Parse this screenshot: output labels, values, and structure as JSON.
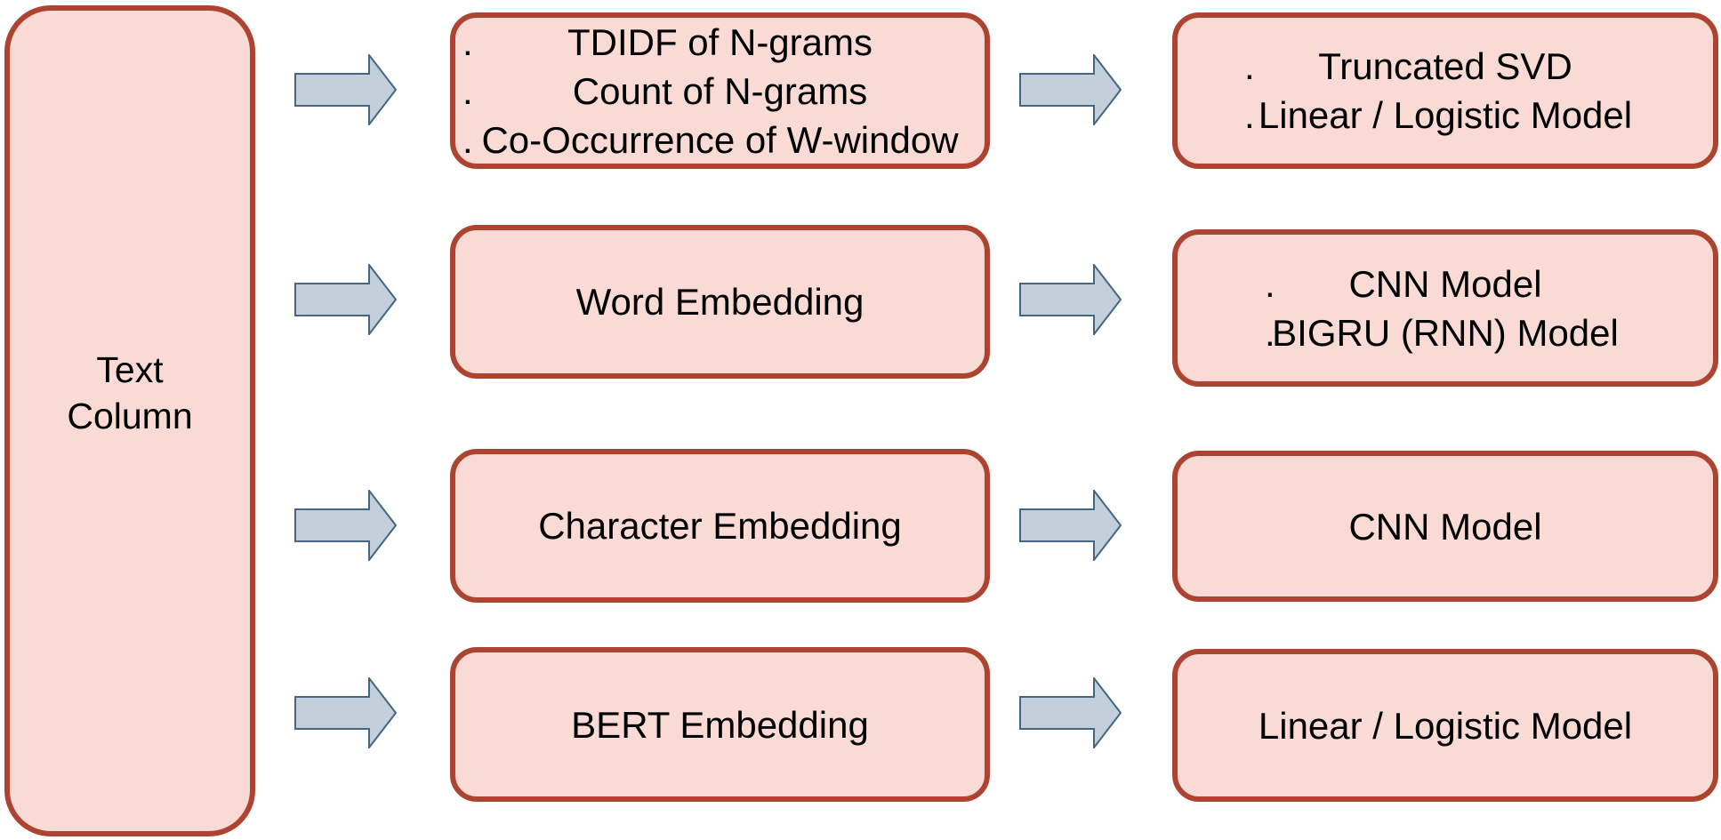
{
  "colors": {
    "background": "#ffffff",
    "box_fill": "#f9dad4",
    "box_border": "#ad4331",
    "arrow_fill": "#c3d0db",
    "arrow_stroke": "#466583",
    "text": "#000000"
  },
  "source": {
    "lines": [
      "Text",
      "Column"
    ]
  },
  "rows": [
    {
      "feature": {
        "lines": [
          {
            "bullet": ".",
            "text": "TDIDF of N-grams"
          },
          {
            "bullet": ".",
            "text": "Count of N-grams"
          },
          {
            "bullet": ".",
            "text": "Co-Occurrence of W-window"
          }
        ]
      },
      "model": {
        "lines": [
          {
            "bullet": ".",
            "text": "Truncated SVD"
          },
          {
            "bullet": ".",
            "text": "Linear / Logistic Model"
          }
        ]
      }
    },
    {
      "feature": {
        "lines": [
          {
            "text": "Word Embedding"
          }
        ]
      },
      "model": {
        "lines": [
          {
            "bullet": ".",
            "text": "CNN Model"
          },
          {
            "bullet": ".",
            "text": "BIGRU (RNN) Model"
          }
        ]
      }
    },
    {
      "feature": {
        "lines": [
          {
            "text": "Character Embedding"
          }
        ]
      },
      "model": {
        "lines": [
          {
            "text": "CNN Model"
          }
        ]
      }
    },
    {
      "feature": {
        "lines": [
          {
            "text": "BERT Embedding"
          }
        ]
      },
      "model": {
        "lines": [
          {
            "text": "Linear / Logistic Model"
          }
        ]
      }
    }
  ]
}
